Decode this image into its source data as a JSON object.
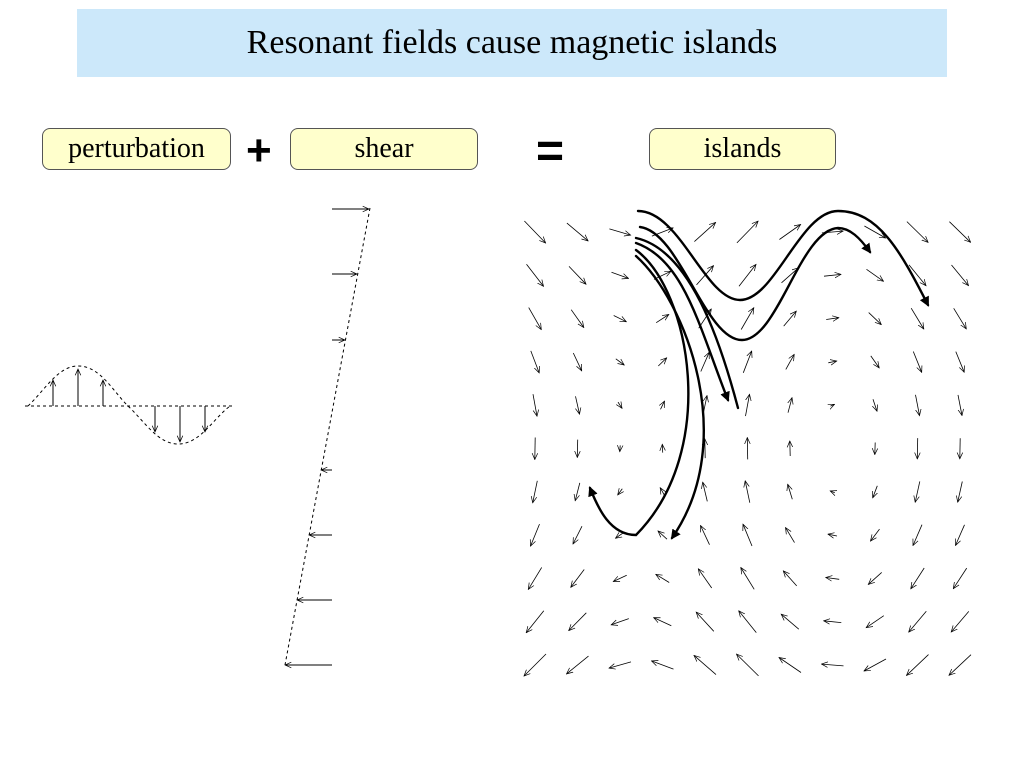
{
  "slide": {
    "title": "Resonant fields cause magnetic islands"
  },
  "labels": {
    "perturbation": "perturbation",
    "shear": "shear",
    "islands": "islands"
  },
  "operators": {
    "plus": "+",
    "equals": "="
  },
  "colors": {
    "title_background": "#cce8fa",
    "label_background": "#ffffcc",
    "line": "#000000"
  }
}
